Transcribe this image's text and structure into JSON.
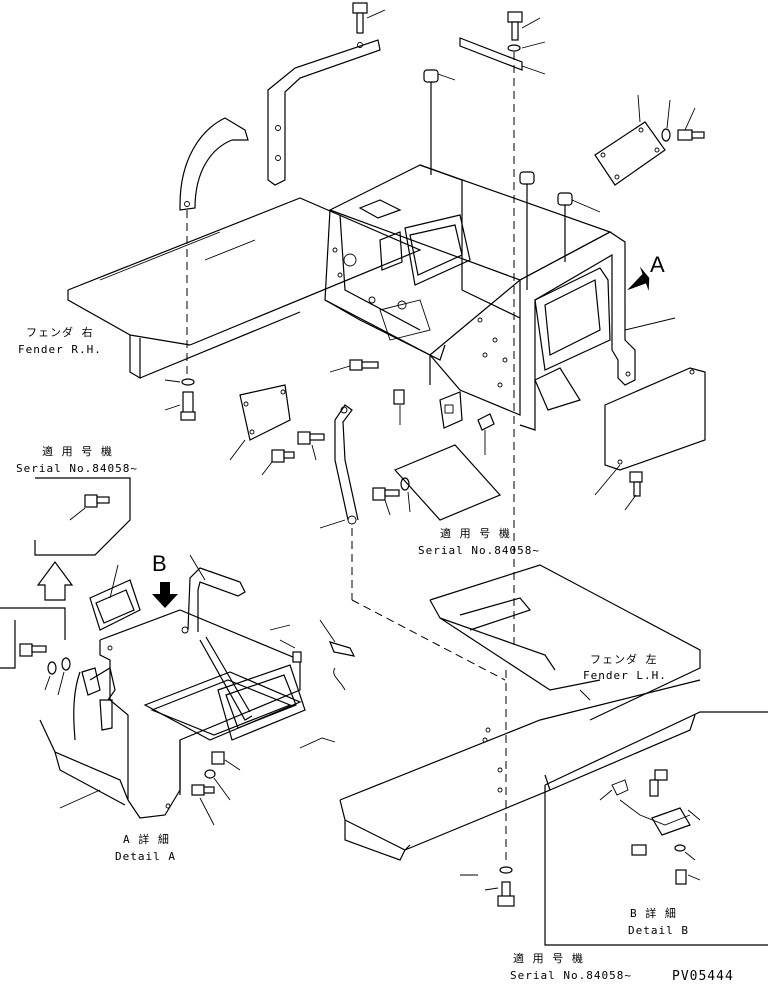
{
  "labels": {
    "fender_rh_jp": "フェンダ 右",
    "fender_rh_en": "Fender R.H.",
    "fender_lh_jp": "フェンダ 左",
    "fender_lh_en": "Fender L.H.",
    "serial_jp": "適用号機",
    "serial_top_left": "Serial No.84058~",
    "serial_center": "Serial No.84058~",
    "serial_bottom": "Serial No.84058~",
    "serial_jp_center": "適 用 号 機",
    "serial_jp_bottom": "適 用 号 機",
    "serial_jp_top_left": "適 用 号 機",
    "detail_a_jp": "A 詳 細",
    "detail_a_en": "Detail A",
    "detail_b_jp": "B 詳 細",
    "detail_b_en": "Detail B",
    "callout_a": "A",
    "callout_b": "B",
    "drawing_code": "PV05444"
  }
}
